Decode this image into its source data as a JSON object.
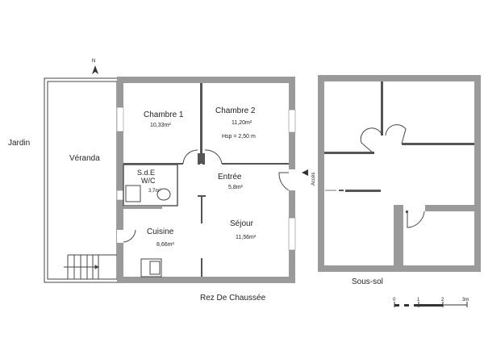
{
  "plan": {
    "north_label": "N",
    "garden_label": "Jardin",
    "veranda_label": "Véranda",
    "ground_floor": {
      "title": "Rez De Chaussée",
      "rooms": [
        {
          "name": "Chambre 1",
          "area": "10,33m²"
        },
        {
          "name": "Chambre 2",
          "area": "11,20m²",
          "note": "Hsp = 2,50 m"
        },
        {
          "name": "S.d.E",
          "name2": "W/C",
          "area": "3,7m²"
        },
        {
          "name": "Entrée",
          "area": "5,8m²"
        },
        {
          "name": "Cuisine",
          "area": "8,66m²"
        },
        {
          "name": "Séjour",
          "area": "11,56m²"
        }
      ],
      "access_label": "Accès"
    },
    "basement": {
      "title": "Sous-sol"
    },
    "scale": {
      "ticks": [
        "0",
        "1",
        "2",
        "3m"
      ]
    },
    "colors": {
      "wall": "#9a9a9a",
      "partition": "#555555",
      "line": "#444444"
    }
  }
}
